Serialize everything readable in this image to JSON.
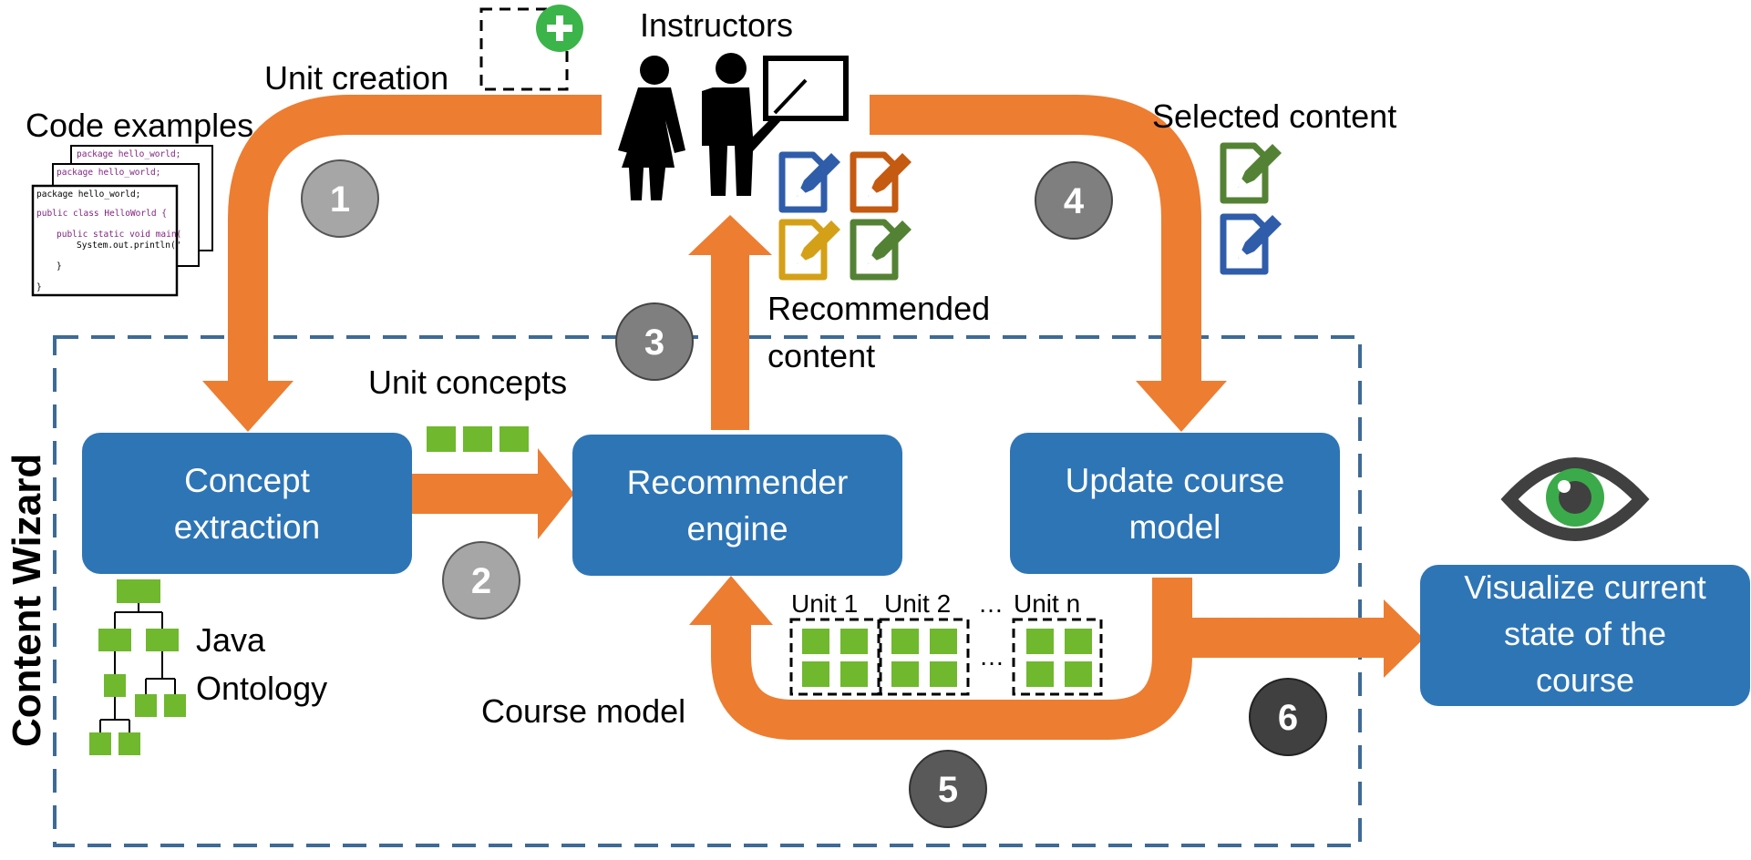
{
  "colors": {
    "arrow": "#ED7D31",
    "box": "#2E75B6",
    "green": "#70B82E",
    "dashed_border": "#3E6A96",
    "badge_light": "#A6A6A6",
    "badge_mid": "#7F7F7F",
    "badge_dark": "#404040",
    "icon_blue": "#2F5DAA",
    "icon_orange": "#C55A11",
    "icon_yellow": "#D4A017",
    "icon_green": "#548235"
  },
  "labels": {
    "instructors": "Instructors",
    "unit_creation": "Unit creation",
    "code_examples": "Code examples",
    "selected_content": "Selected content",
    "recommended_content_line1": "Recommended",
    "recommended_content_line2": "content",
    "unit_concepts": "Unit concepts",
    "java_ontology_line1": "Java",
    "java_ontology_line2": "Ontology",
    "course_model": "Course model",
    "content_wizard": "Content Wizard",
    "unit_1": "Unit 1",
    "unit_2": "Unit 2",
    "unit_ellipsis": "…",
    "unit_n": "Unit n",
    "grid_ellipsis": "…"
  },
  "boxes": {
    "concept_extraction": [
      "Concept",
      "extraction"
    ],
    "recommender_engine": [
      "Recommender",
      "engine"
    ],
    "update_course_model": [
      "Update course",
      "model"
    ],
    "visualize": [
      "Visualize current",
      "state of the",
      "course"
    ]
  },
  "badges": [
    "1",
    "2",
    "3",
    "4",
    "5",
    "6"
  ],
  "code_cards": {
    "back2": "package hello_world;",
    "back1": "package hello_world;",
    "front_line1": "package hello_world;",
    "front_line2": "public class HelloWorld {",
    "front_line3": "public static void main(",
    "front_line4": "System.out.println(\"",
    "front_line5": "}",
    "front_line6": "}"
  },
  "icons": {
    "instructors": "instructors-icon",
    "add": "plus-icon",
    "edit": "edit-document-icon",
    "eye": "eye-icon",
    "ontology": "ontology-tree-icon"
  }
}
